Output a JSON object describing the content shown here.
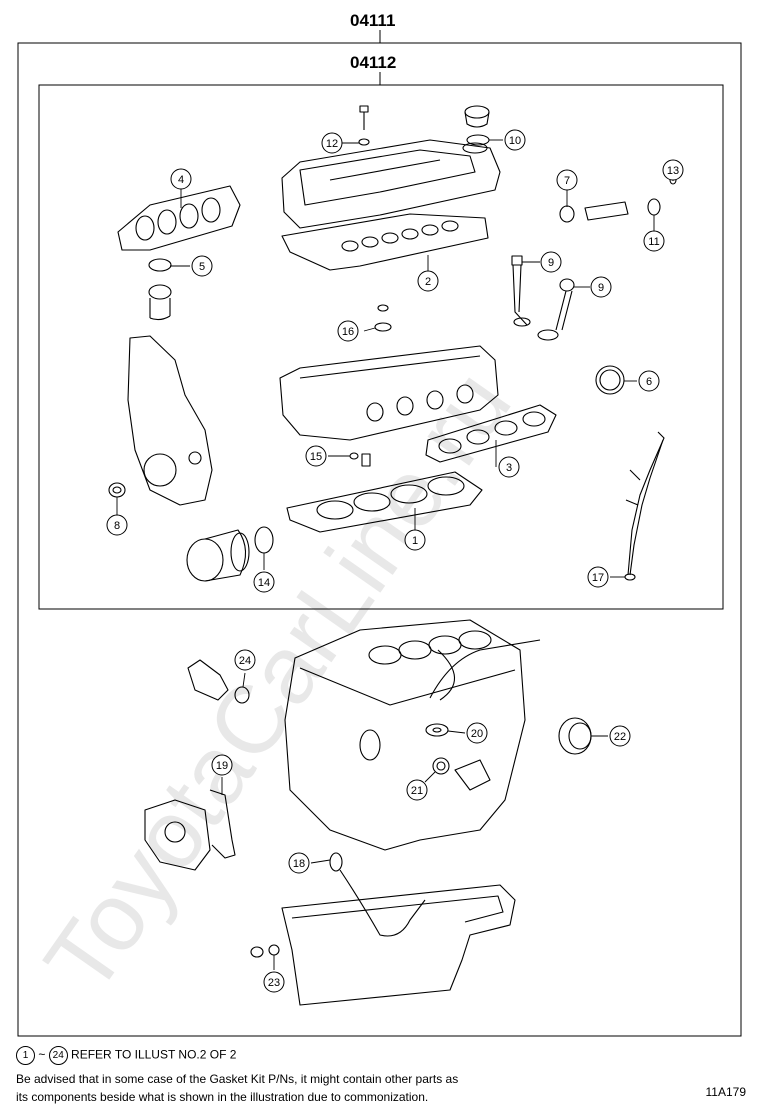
{
  "assembly_codes": {
    "outer": "04111",
    "inner": "04112"
  },
  "watermark": "ToyotaCarLine.ru",
  "callouts": [
    "1",
    "2",
    "3",
    "4",
    "5",
    "6",
    "7",
    "8",
    "9",
    "9",
    "10",
    "11",
    "12",
    "13",
    "14",
    "15",
    "16",
    "17",
    "18",
    "19",
    "20",
    "21",
    "22",
    "23",
    "24"
  ],
  "notes": {
    "ref_from": "1",
    "ref_sep": "~",
    "ref_to": "24",
    "ref_text": "REFER TO ILLUST NO.2 OF 2",
    "line1": "Be advised that in some case of the Gasket Kit P/Ns,  it might contain other parts as",
    "line2": "its components beside what is shown in the illustration due to commonization."
  },
  "illustration_id": "11A179"
}
